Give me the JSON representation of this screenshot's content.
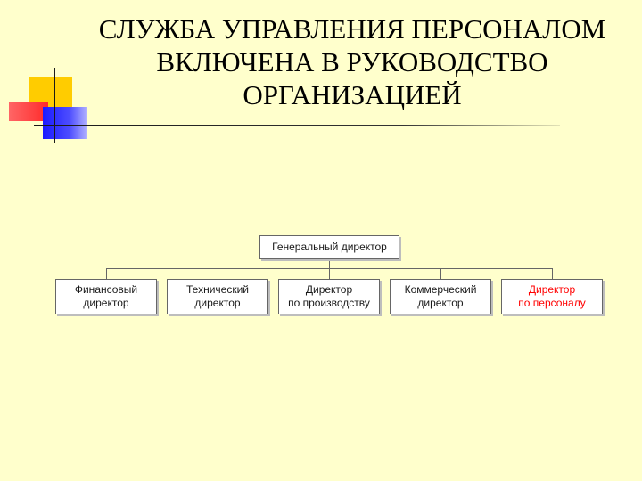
{
  "slide": {
    "title_lines": [
      "СЛУЖБА УПРАВЛЕНИЯ ПЕРСОНАЛОМ",
      "ВКЛЮЧЕНА В РУКОВОДСТВО",
      "ОРГАНИЗАЦИЕЙ"
    ]
  },
  "org_chart": {
    "root": "Генеральный директор",
    "children": [
      {
        "line1": "Финансовый",
        "line2": "директор"
      },
      {
        "line1": "Технический",
        "line2": "директор"
      },
      {
        "line1": "Директор",
        "line2": "по производству"
      },
      {
        "line1": "Коммерческий",
        "line2": "директор"
      },
      {
        "line1": "Директор",
        "line2": "по персоналу"
      }
    ],
    "highlight_color": "#ff0000"
  },
  "colors": {
    "background": "#ffffcc",
    "accent_yellow": "#ffcc00",
    "accent_red": "#ff3333",
    "accent_blue": "#1a1aff"
  }
}
